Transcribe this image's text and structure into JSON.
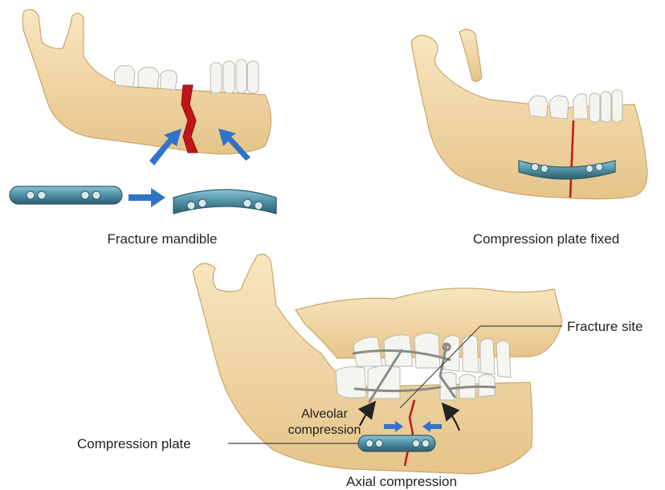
{
  "labels": {
    "fracture_mandible": "Fracture mandible",
    "compression_plate_fixed": "Compression plate fixed",
    "fracture_site": "Fracture site",
    "alveolar_line1": "Alveolar",
    "alveolar_line2": "compression",
    "compression_plate": "Compression plate",
    "axial_compression": "Axial compression"
  },
  "colors": {
    "bone": "#f2d9a8",
    "bone_edge": "#c9a56b",
    "tooth": "#f5f5ef",
    "tooth_edge": "#b8b8ae",
    "plate": "#4f8fa3",
    "plate_edge": "#2c5d6e",
    "fracture": "#c0161b",
    "arrow_blue": "#2f74c9",
    "wire": "#8a8a8a"
  }
}
